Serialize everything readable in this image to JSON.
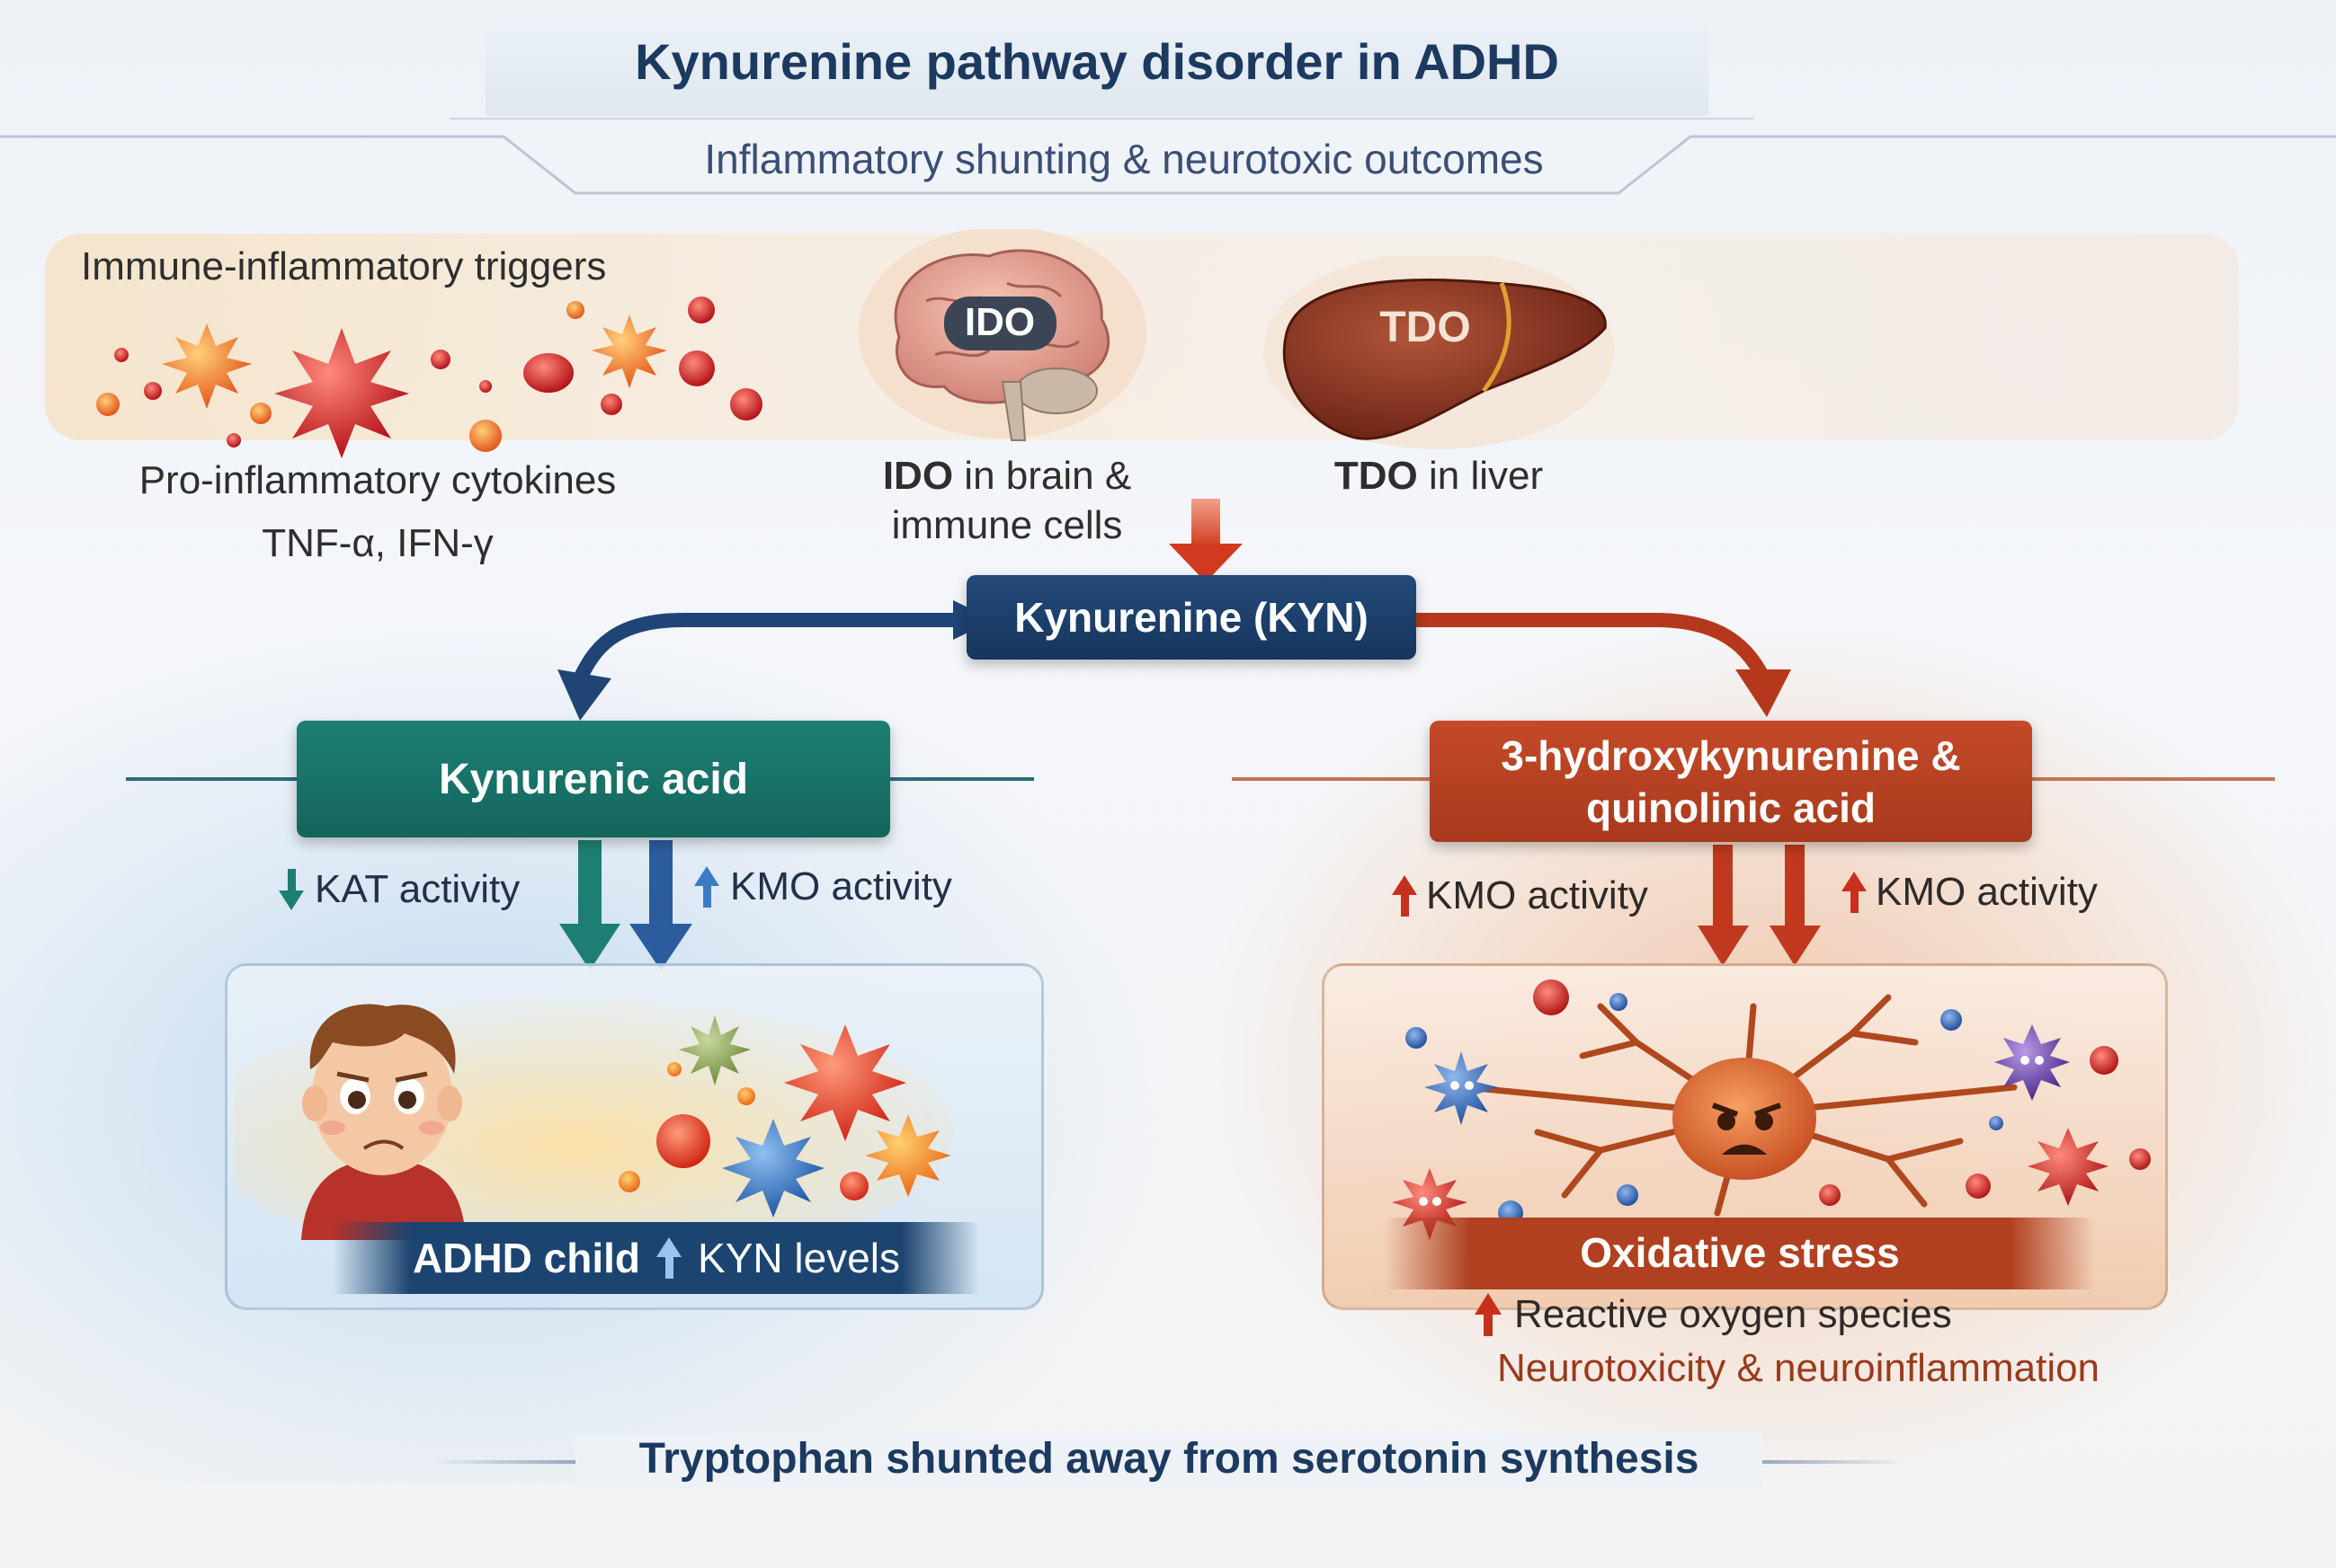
{
  "header": {
    "title": "Kynurenine pathway disorder in ADHD",
    "subtitle": "Inflammatory shunting & neurotoxic outcomes"
  },
  "triggers": {
    "heading": "Immune-inflammatory triggers",
    "cytokines_line1": "Pro-inflammatory cytokines",
    "cytokines_line2": "TNF-α, IFN-γ"
  },
  "enzymes": {
    "ido_badge": "IDO",
    "ido_bold": "IDO",
    "ido_text1": " in brain &",
    "ido_text2": "immune cells",
    "tdo_badge": "TDO",
    "tdo_bold": "TDO",
    "tdo_text": " in liver"
  },
  "kynurenine": {
    "label": "Kynurenine (KYN)"
  },
  "left_branch": {
    "box_label": "Kynurenic acid",
    "kat_label": "KAT activity",
    "kmo_label": "KMO activity",
    "banner_bold": "ADHD child",
    "banner_text": "KYN levels"
  },
  "right_branch": {
    "box_line1": "3-hydroxykynurenine &",
    "box_line2": "quinolinic acid",
    "kmo_left": "KMO activity",
    "kmo_right": "KMO activity",
    "banner": "Oxidative stress",
    "ros": "Reactive oxygen species",
    "neuro": "Neurotoxicity & neuroinflammation"
  },
  "footer": {
    "text": "Tryptophan shunted away from serotonin synthesis"
  },
  "colors": {
    "navy": "#1c3a60",
    "teal": "#1d7f73",
    "rust": "#c44a28",
    "up_blue": "#3a7cc4",
    "up_red": "#c8301e",
    "down_teal": "#1d7f73"
  },
  "icons": [
    "up-arrow-icon",
    "down-arrow-icon",
    "brain-icon",
    "liver-icon",
    "child-icon",
    "neuron-icon",
    "cytokine-icon",
    "cell-icon"
  ]
}
